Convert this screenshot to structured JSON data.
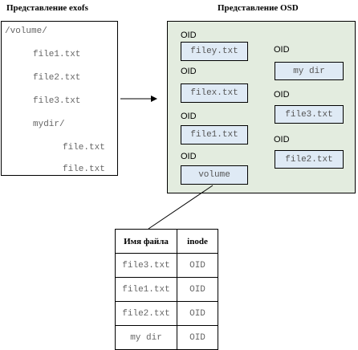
{
  "exofs": {
    "title": "Представление exofs",
    "tree": [
      "/volume/",
      "file1.txt",
      "file2.txt",
      "file3.txt",
      "mydir/",
      "file.txt",
      "file.txt"
    ]
  },
  "osd": {
    "title": "Представление OSD",
    "oid_label": "OID",
    "objects_left": [
      "filey.txt",
      "filex.txt",
      "file1.txt",
      "volume"
    ],
    "objects_right": [
      "my dir",
      "file3.txt",
      "file2.txt"
    ]
  },
  "inode_table": {
    "headers": [
      "Имя файла",
      "inode"
    ],
    "rows": [
      [
        "file3.txt",
        "OID"
      ],
      [
        "file1.txt",
        "OID"
      ],
      [
        "file2.txt",
        "OID"
      ],
      [
        "my dir",
        "OID"
      ]
    ]
  }
}
